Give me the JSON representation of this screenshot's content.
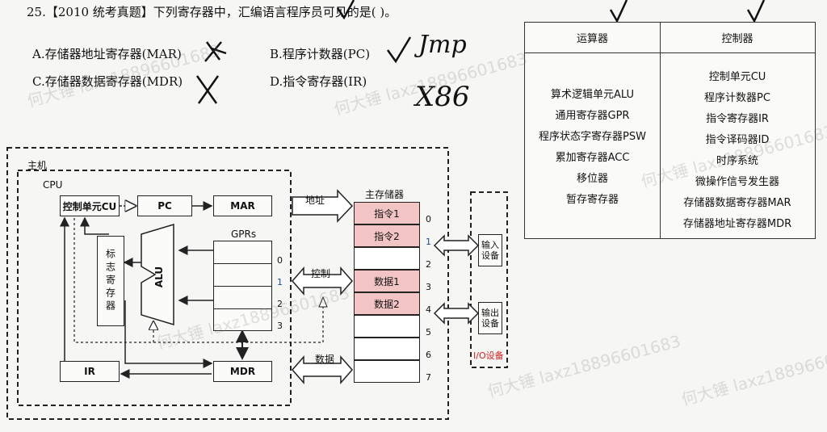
{
  "question": {
    "line1": "25.【2010 统考真题】下列寄存器中，汇编语言程序员可见的是(      )。",
    "options": [
      {
        "key": "A",
        "text": "A.存储器地址寄存器(MAR)"
      },
      {
        "key": "B",
        "text": "B.程序计数器(PC)"
      },
      {
        "key": "C",
        "text": "C.存储器数据寄存器(MDR)"
      },
      {
        "key": "D",
        "text": "D.指令寄存器(IR)"
      }
    ],
    "handwriting": {
      "b_note1": "Jmp",
      "b_note2": "X86"
    }
  },
  "table": {
    "left_header": "运算器",
    "right_header": "控制器",
    "left_items": [
      "算术逻辑单元ALU",
      "通用寄存器GPR",
      "程序状态字寄存器PSW",
      "累加寄存器ACC",
      "移位器",
      "暂存寄存器"
    ],
    "right_items": [
      "控制单元CU",
      "程序计数器PC",
      "指令寄存器IR",
      "指令译码器ID",
      "时序系统",
      "微操作信号发生器",
      "存储器数据寄存器MAR",
      "存储器地址寄存器MDR"
    ]
  },
  "diagram": {
    "host_label": "主机",
    "cpu_label": "CPU",
    "cu": "控制单元CU",
    "pc": "PC",
    "mar": "MAR",
    "mdr": "MDR",
    "ir": "IR",
    "alu": "ALU",
    "flags_reg": "标志寄存器",
    "gprs_label": "GPRs",
    "gpr_indices": [
      "0",
      "1",
      "2",
      "3"
    ],
    "bus_address": "地址",
    "bus_control": "控制",
    "bus_data": "数据",
    "memory_label": "主存储器",
    "memory_cells": [
      "指令1",
      "指令2",
      "",
      "数据1",
      "数据2",
      "",
      "",
      ""
    ],
    "memory_addresses": [
      "0",
      "1",
      "2",
      "3",
      "4",
      "5",
      "6",
      "7"
    ],
    "input_device": "输入设备",
    "output_device": "输出设备",
    "io_label": "I/O设备"
  },
  "watermark": "何大锤 laxz18896601683",
  "colors": {
    "highlight": "#f3c4c4",
    "io_label": "#d02020"
  }
}
